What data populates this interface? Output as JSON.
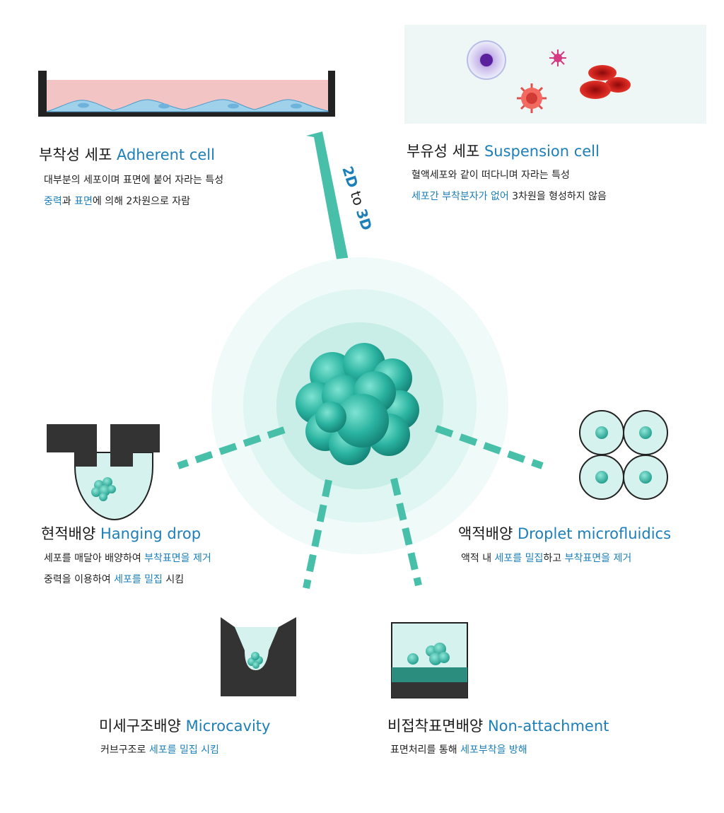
{
  "arrow_label": {
    "a": "2D",
    "b": " to ",
    "c": "3D"
  },
  "adherent": {
    "title_ko": "부착성 세포",
    "title_en": "Adherent cell",
    "line1": "대부분의 세포이며 표면에 붙어 자라는 특성",
    "line2_hl1": "중력",
    "line2_t1": "과 ",
    "line2_hl2": "표면",
    "line2_t2": "에 의해 2차원으로 자람"
  },
  "suspension": {
    "title_ko": "부유성 세포",
    "title_en": "Suspension cell",
    "line1": "혈액세포와 같이 떠다니며 자라는 특성",
    "line2_hl": "세포간 부착분자가 없어",
    "line2_t": " 3차원을 형성하지 않음"
  },
  "hanging": {
    "title_ko": "현적배양",
    "title_en": "Hanging drop",
    "line1_t": "세포를 매달아 배양하여 ",
    "line1_hl": "부착표면을 제거",
    "line2_t": "중력을 이용하여 ",
    "line2_hl": "세포를 밀집",
    "line2_t2": " 시킴"
  },
  "droplet": {
    "title_ko": "액적배양",
    "title_en": "Droplet microfluidics",
    "line1_t1": "액적 내 ",
    "line1_hl1": "세포를 밀집",
    "line1_t2": "하고 ",
    "line1_hl2": "부착표면을 제거"
  },
  "microcavity": {
    "title_ko": "미세구조배양",
    "title_en": "Microcavity",
    "line1_t": "커브구조로 ",
    "line1_hl": "세포를 밀집 시킴"
  },
  "nonattach": {
    "title_ko": "비접착표면배양",
    "title_en": "Non-attachment",
    "line1_t": "표면처리를 통해 ",
    "line1_hl": "세포부착을 방해"
  },
  "colors": {
    "teal": "#45bfa8",
    "blue_text": "#1c7fb9",
    "dark": "#333333",
    "light_fluid": "#d6f2ee"
  }
}
